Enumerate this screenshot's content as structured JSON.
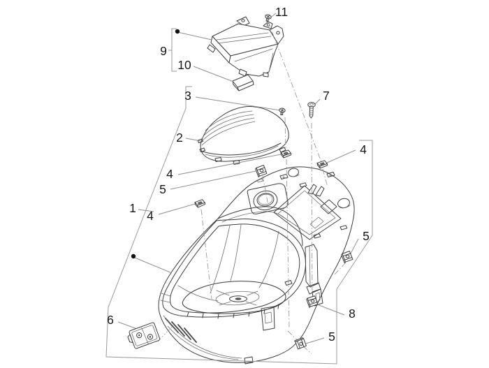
{
  "figure": {
    "type": "exploded-parts-diagram",
    "background": "#ffffff",
    "outline_color": "#3c3c3c",
    "leader_color": "#8f8f8f",
    "label_color": "#161616"
  },
  "callouts": {
    "c1": "1",
    "c2": "2",
    "c3": "3",
    "c4_top": "4",
    "c4_right": "4",
    "c4_left": "4",
    "c5_left": "5",
    "c5_right": "5",
    "c5_bottom": "5",
    "c6": "6",
    "c7": "7",
    "c8": "8",
    "c9": "9",
    "c10": "10",
    "c11": "11"
  }
}
